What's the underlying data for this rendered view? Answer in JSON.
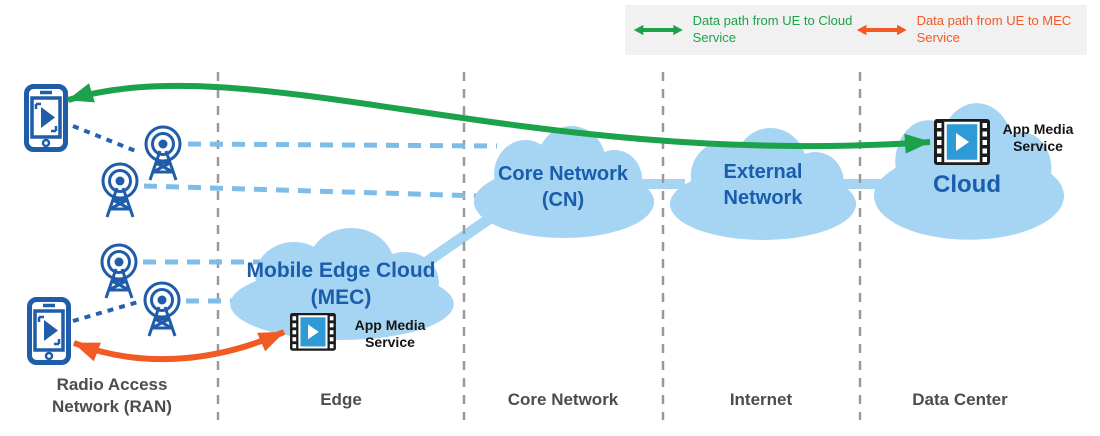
{
  "legend": {
    "items": [
      {
        "line1": "Data path from",
        "line2": "UE to Cloud Service",
        "color": "#1BA24A",
        "icon": "green-double-arrow"
      },
      {
        "line1": "Data path from",
        "line2": "UE to MEC Service",
        "color": "#F15A24",
        "icon": "orange-double-arrow"
      }
    ]
  },
  "clouds": {
    "mec": {
      "line1": "Mobile Edge Cloud",
      "line2": "(MEC)"
    },
    "cn": {
      "line1": "Core Network",
      "line2": "(CN)"
    },
    "external": {
      "line1": "External",
      "line2": "Network"
    },
    "datacenter": {
      "line1": "Cloud"
    }
  },
  "services": {
    "mec": {
      "line1": "App Media",
      "line2": "Service"
    },
    "cloud": {
      "line1": "App Media",
      "line2": "Service"
    }
  },
  "zones": [
    {
      "line1": "Radio Access",
      "line2": "Network (RAN)"
    },
    {
      "line1": "Edge"
    },
    {
      "line1": "Core Network"
    },
    {
      "line1": "Internet"
    },
    {
      "line1": "Data Center"
    }
  ],
  "colors": {
    "cloud_fill": "#A6D5F3",
    "cloud_label_blue": "#1A5DAD",
    "device_blue": "#1F5CA9",
    "wireless_dash_blue": "#7FBDE9",
    "divider_gray": "#999999",
    "zone_label_gray": "#4D4D4D",
    "cloud_path_green": "#1BA24A",
    "mec_path_orange": "#F15A24",
    "legend_background": "#F1F1F1",
    "media_icon_blue": "#2E9BD6"
  }
}
